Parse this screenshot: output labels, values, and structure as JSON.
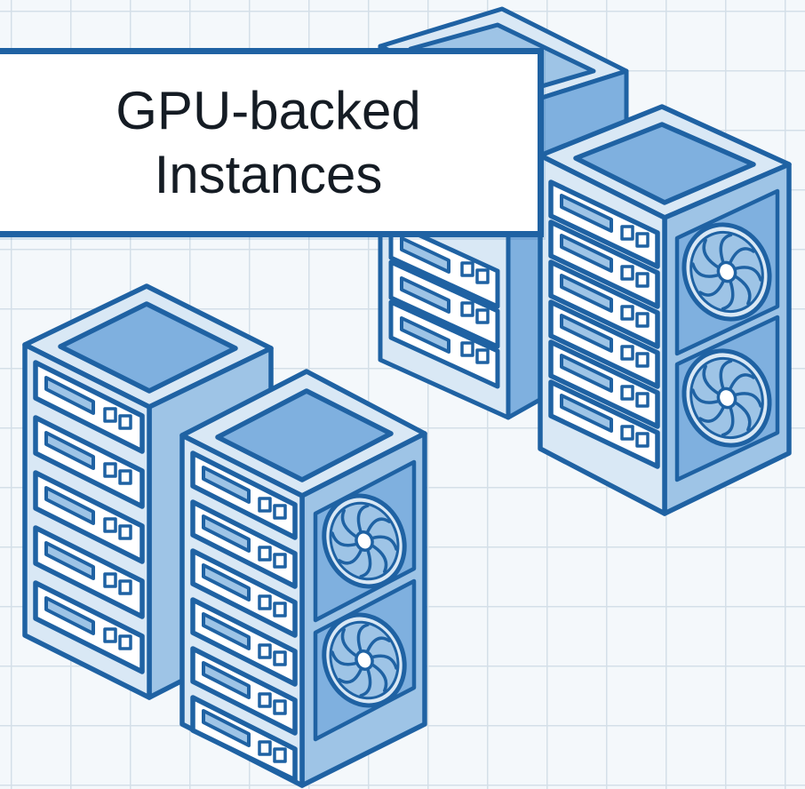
{
  "title": {
    "line1": "GPU-backed",
    "line2": "Instances"
  },
  "icons": {
    "servers": "server-rack-icon",
    "fans": "cooling-fan-icon",
    "title_box": "label-box"
  },
  "colors": {
    "background": "#f4f8fb",
    "grid": "#d4dfe8",
    "outline": "#1f62a3",
    "fill_light": "#d9e8f5",
    "fill_mid": "#9ec4e6",
    "fill_dark": "#7fb0df",
    "text": "#151c24"
  }
}
